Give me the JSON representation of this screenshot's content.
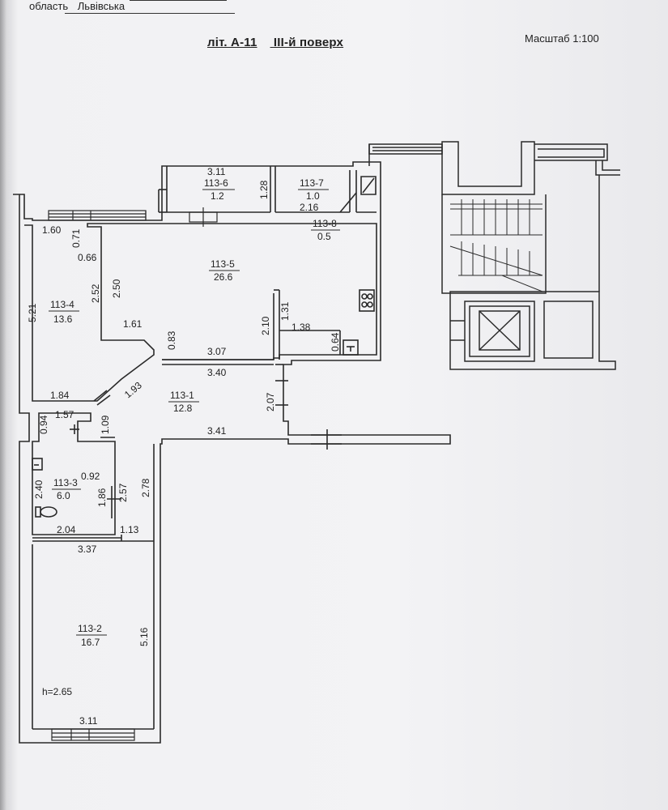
{
  "header": {
    "region_prefix": "область",
    "region_value": "Львівська"
  },
  "title": {
    "letter": "літ. А-11",
    "floor": "ІІІ-й поверх"
  },
  "scale": "Масштаб 1:100",
  "rooms": [
    {
      "id": "113-1",
      "area": "12.8"
    },
    {
      "id": "113-2",
      "area": "16.7"
    },
    {
      "id": "113-3",
      "area": "6.0"
    },
    {
      "id": "113-4",
      "area": "13.6"
    },
    {
      "id": "113-5",
      "area": "26.6"
    },
    {
      "id": "113-6",
      "area": "1.2"
    },
    {
      "id": "113-7",
      "area": "1.0"
    },
    {
      "id": "113-8",
      "area": "0.5"
    }
  ],
  "dimensions": {
    "d311_top": "3.11",
    "d128": "1.28",
    "d216": "2.16",
    "d160": "1.60",
    "d071": "0.71",
    "d066": "0.66",
    "d252": "2.52",
    "d250": "2.50",
    "d521": "5.21",
    "d161": "1.61",
    "d083": "0.83",
    "d210": "2.10",
    "d131": "1.31",
    "d138": "1.38",
    "d064": "0.64",
    "d307": "3.07",
    "d340": "3.40",
    "d184": "1.84",
    "d193": "1.93",
    "d207": "2.07",
    "d094": "0.94",
    "d157": "1.57",
    "d109": "1.09",
    "d341": "3.41",
    "d240": "2.40",
    "d092": "0.92",
    "d186": "1.86",
    "d257": "2.57",
    "d278": "2.78",
    "d204": "2.04",
    "d113": "1.13",
    "d337": "3.37",
    "d516": "5.16",
    "d311_bottom": "3.11"
  },
  "ceiling_height": "h=2.65"
}
